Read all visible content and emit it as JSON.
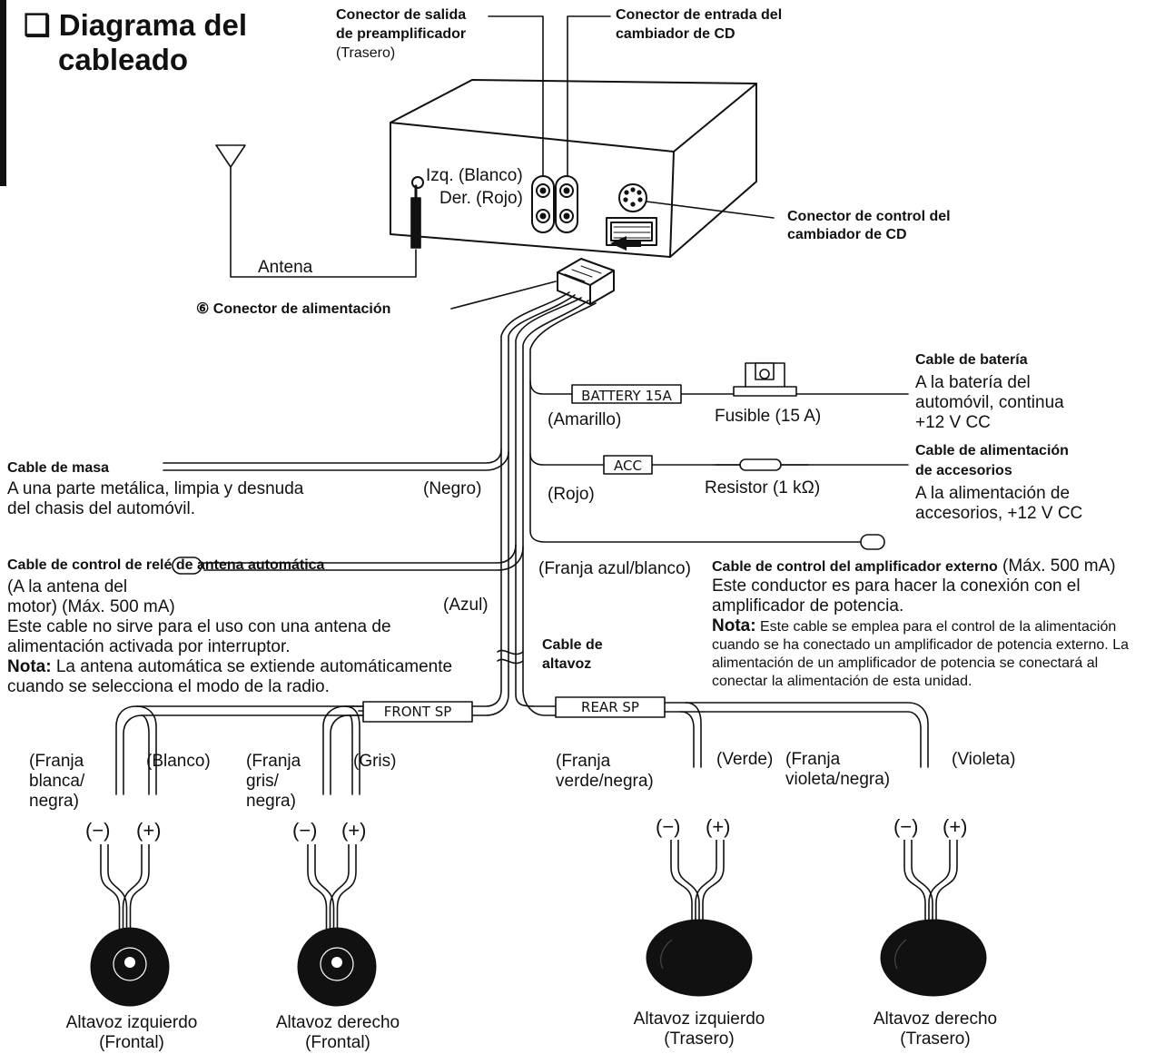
{
  "title": {
    "square": "❑",
    "line1": "Diagrama del",
    "line2": "cableado"
  },
  "unit": {
    "preamp_out": {
      "l1": "Conector de salida",
      "l2": "de preamplificador",
      "l3": "(Trasero)"
    },
    "cd_in": {
      "l1": "Conector de entrada del",
      "l2": "cambiador de CD"
    },
    "izq": "Izq. (Blanco)",
    "der": "Der. (Rojo)",
    "cd_control": {
      "l1": "Conector de control del",
      "l2": "cambiador de CD"
    }
  },
  "antenna": "Antena",
  "power_connector": {
    "num": "⑥",
    "label": "Conector de alimentación"
  },
  "battery": {
    "tag": "BATTERY 15A",
    "color": "(Amarillo)",
    "fuse": "Fusible (15 A)",
    "title": "Cable de batería",
    "l1": "A la batería del",
    "l2": "automóvil, continua",
    "l3": "+12 V CC"
  },
  "acc": {
    "tag": "ACC",
    "color": "(Rojo)",
    "resistor": "Resistor (1 kΩ)",
    "title1": "Cable de alimentación",
    "title2": "de accesorios",
    "l1": "A la alimentación de",
    "l2": "accesorios, +12 V CC"
  },
  "ground": {
    "title": "Cable de masa",
    "l1": "A una parte metálica, limpia y desnuda",
    "l2": "del chasis del automóvil.",
    "color": "(Negro)"
  },
  "relay": {
    "title": "Cable de control de relé de antena automática",
    "l1": "(A la antena del",
    "l2": "motor) (Máx. 500 mA)",
    "l3": "Este cable no sirve para el uso con una antena de",
    "l4": "alimentación activada por interruptor.",
    "nota": "Nota:",
    "l5": " La antena automática se extiende automáticamente",
    "l6": "cuando se selecciona el modo de la radio.",
    "color": "(Azul)"
  },
  "amp": {
    "color": "(Franja azul/blanco)",
    "title": "Cable de control del amplificador externo",
    "max": " (Máx. 500 mA)",
    "l1": "Este conductor es para hacer la conexión con el",
    "l2": "amplificador de potencia.",
    "nota": "Nota:",
    "n1": " Este cable se emplea para el control de la alimentación",
    "n2": "cuando se ha conectado un amplificador de potencia externo. La",
    "n3": "alimentación de un amplificador de potencia se conectará al",
    "n4": "conectar la alimentación de esta unidad."
  },
  "speaker_cable": {
    "l1": "Cable de",
    "l2": "altavoz"
  },
  "front_sp": "FRONT SP",
  "rear_sp": "REAR SP",
  "wires": {
    "fl_neg": [
      "(Franja",
      "blanca/",
      "negra)"
    ],
    "fl_pos": "(Blanco)",
    "fr_neg": [
      "(Franja",
      "gris/",
      "negra)"
    ],
    "fr_pos": "(Gris)",
    "rl_neg": [
      "(Franja",
      "verde/negra)"
    ],
    "rl_pos": "(Verde)",
    "rr_neg": [
      "(Franja",
      "violeta/negra)"
    ],
    "rr_pos": "(Violeta)"
  },
  "polarity": {
    "neg": "(−)",
    "pos": "(+)"
  },
  "speakers": {
    "fl": [
      "Altavoz izquierdo",
      "(Frontal)"
    ],
    "fr": [
      "Altavoz derecho",
      "(Frontal)"
    ],
    "rl": [
      "Altavoz izquierdo",
      "(Trasero)"
    ],
    "rr": [
      "Altavoz derecho",
      "(Trasero)"
    ]
  }
}
